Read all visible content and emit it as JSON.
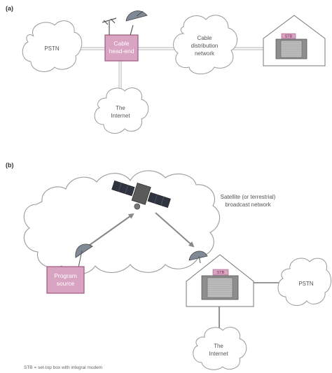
{
  "panel_a": {
    "label": "(a)",
    "pstn": "PSTN",
    "headend": [
      "Cable",
      "head-end"
    ],
    "distribution": [
      "Cable",
      "distribution",
      "network"
    ],
    "internet": [
      "The",
      "Internet"
    ],
    "stb": "STB"
  },
  "panel_b": {
    "label": "(b)",
    "broadcast": [
      "Satellite (or terrestrial)",
      "broadcast network"
    ],
    "program": [
      "Program",
      "source"
    ],
    "stb": "STB",
    "pstn": "PSTN",
    "internet": [
      "The",
      "Internet"
    ]
  },
  "footnote": "STB = set-top box with integral modem",
  "colors": {
    "accent_fill": "#d9a3c2",
    "accent_stroke": "#9d5a80",
    "line": "#aaaaaa",
    "arrow": "#888888"
  }
}
